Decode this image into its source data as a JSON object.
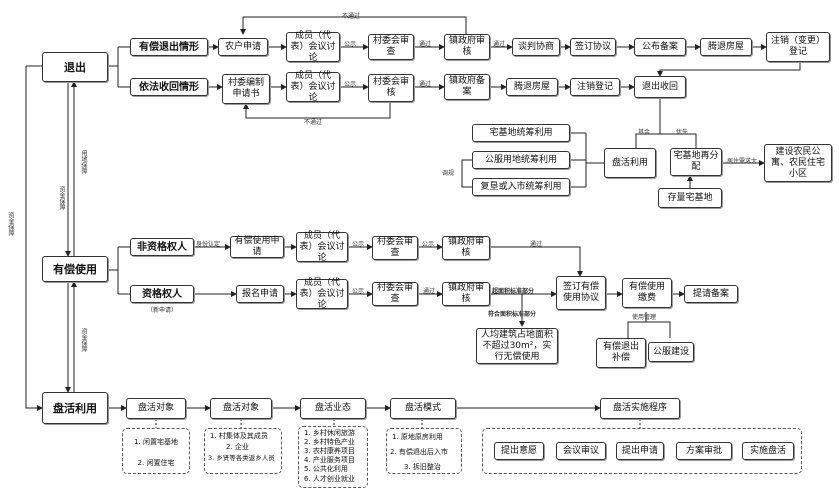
{
  "stages": {
    "exit": "退出",
    "use": "有偿使用",
    "revitalize": "盘活利用"
  },
  "exit": {
    "paid_exit": "有偿退出情形",
    "lawful_recovery": "依法收回情形",
    "row1": [
      "农户申请",
      "成员（代表）会议讨论",
      "村委会审查",
      "镇政府审核",
      "谈判协商",
      "签订协议",
      "公布备案",
      "腾退房屋",
      "注销（变更）登记"
    ],
    "row2": [
      "村委编制申请书",
      "成员（代表）会议讨论",
      "村委会审核",
      "镇政府备案",
      "腾退房屋",
      "注销登记",
      "退出收回"
    ]
  },
  "use": {
    "non_qualified": "非资格权人",
    "qualified": "资格权人",
    "qualified_note": "（新申请）",
    "row1": [
      "有偿使用申请",
      "成员（代表）会议讨论",
      "村委会审查",
      "镇政府审核"
    ],
    "row2": [
      "报名申请",
      "成员（代表）会议讨论",
      "村委会审查",
      "镇政府审核"
    ],
    "sign": "签订有偿使用协议",
    "fee": "有偿使用缴费",
    "archive": "提请备案",
    "standard_box": "人均建筑占地面积不超过30m²，实行无偿使用",
    "refund": "有偿退出补偿",
    "public": "公服建设"
  },
  "recovery": {
    "revitalize": "盘活利用",
    "redistribute": "宅基地再分配",
    "stock": "存量宅基地",
    "housing": "建设农民公寓、农民住宅小区",
    "plan1": "宅基地统筹利用",
    "plan2": "公服用地统筹利用",
    "plan3": "复垦或入市统筹利用"
  },
  "revitalization": {
    "object_a": "盘活对象",
    "object_b": "盘活对象",
    "business": "盘活业态",
    "mode": "盘活模式",
    "procedure": "盘活实施程序",
    "list_a": [
      "1. 闲置宅基地",
      "2. 闲置住宅"
    ],
    "list_b": [
      "1. 村集体及其成员",
      "2. 企业",
      "3. 乡贤等各类返乡人员"
    ],
    "list_c": [
      "1. 乡村休闲旅游",
      "2. 乡村特色产业",
      "3. 农村康养项目",
      "4. 产业服务项目",
      "5. 公共化利用",
      "6. 人才创业就业"
    ],
    "list_d": [
      "1. 原地原房利用",
      "2. 有偿退出后入市",
      "3. 拆旧整治"
    ],
    "steps": [
      "提出意愿",
      "会议审议",
      "提出申请",
      "方案审批",
      "实施盘活"
    ]
  },
  "labels": {
    "publicity": "公示",
    "approved": "通过",
    "rejected": "不通过",
    "land_guarantee": "用地保障",
    "fund_guarantee": "资金保障",
    "identity": "身份认定",
    "over_standard": "超面积标准部分",
    "within_standard": "符合面积标准部分",
    "usage_mgmt": "使用管理",
    "remainder": "其余",
    "priority": "优先",
    "housing_demand": "居住需求大",
    "adjust": "调规"
  }
}
